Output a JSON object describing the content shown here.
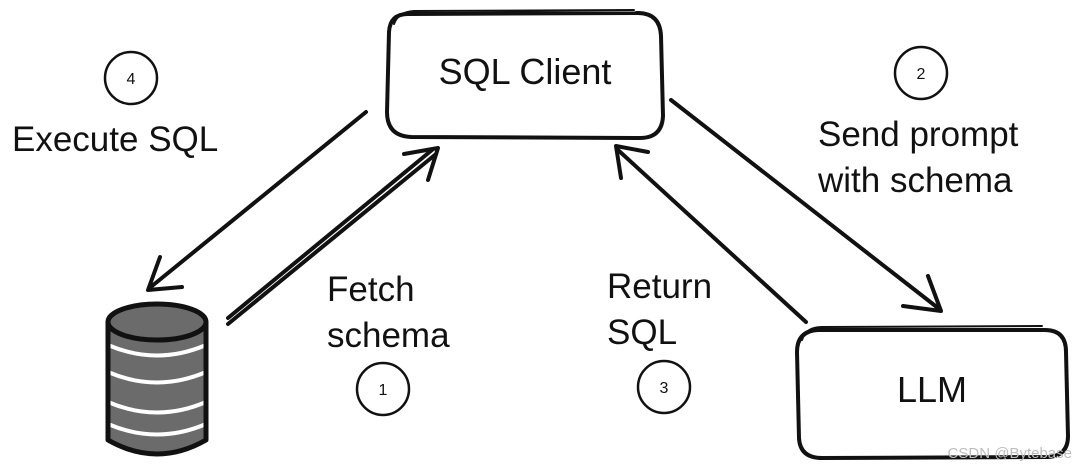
{
  "nodes": {
    "sql_client": {
      "label": "SQL Client"
    },
    "llm": {
      "label": "LLM"
    }
  },
  "steps": [
    {
      "number": "1",
      "label_lines": [
        "Fetch",
        "schema"
      ]
    },
    {
      "number": "2",
      "label_lines": [
        "Send prompt",
        "with schema"
      ]
    },
    {
      "number": "3",
      "label_lines": [
        "Return",
        "SQL"
      ]
    },
    {
      "number": "4",
      "label_lines": [
        "Execute SQL"
      ]
    }
  ],
  "watermark": "CSDN @Bytebase",
  "colors": {
    "node_fill": "#e8e8ec",
    "stroke": "#111111",
    "database_fill": "#6b6b6b",
    "database_bands": "#ffffff",
    "watermark": "#bdbdbd"
  }
}
